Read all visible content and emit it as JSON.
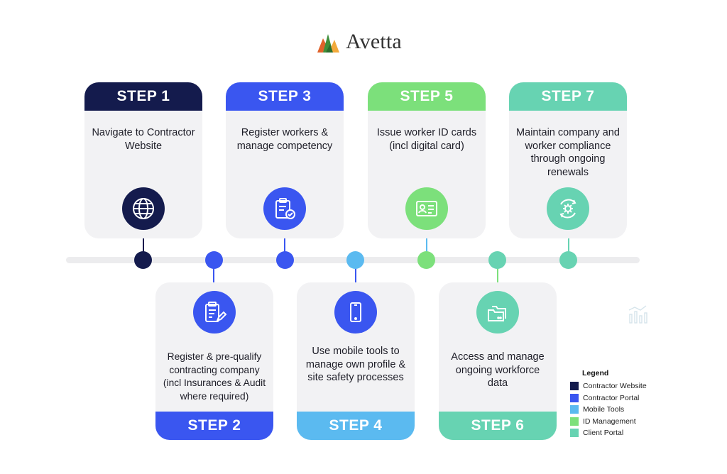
{
  "brand": {
    "name": "Avetta"
  },
  "colors": {
    "contractor_website": "#141b4d",
    "contractor_portal": "#3a56f0",
    "mobile_tools": "#5bbaf0",
    "id_management": "#7ce07b",
    "client_portal": "#67d3b2"
  },
  "steps": [
    {
      "label": "STEP 1",
      "text": "Navigate to Contractor Website",
      "icon": "globe-icon"
    },
    {
      "label": "STEP 2",
      "text": "Register & pre-qualify contracting company (incl Insurances & Audit where required)",
      "icon": "clipboard-pen-icon"
    },
    {
      "label": "STEP 3",
      "text": "Register workers & manage competency",
      "icon": "clipboard-check-icon"
    },
    {
      "label": "STEP 4",
      "text": "Use mobile tools to manage own profile & site safety processes",
      "icon": "mobile-phone-icon"
    },
    {
      "label": "STEP 5",
      "text": "Issue worker ID cards (incl digital card)",
      "icon": "id-card-icon"
    },
    {
      "label": "STEP 6",
      "text": "Access and manage ongoing workforce data",
      "icon": "folders-icon"
    },
    {
      "label": "STEP 7",
      "text": "Maintain company and worker compliance through ongoing renewals",
      "icon": "gear-refresh-icon"
    }
  ],
  "legend": {
    "title": "Legend",
    "items": [
      {
        "label": "Contractor Website",
        "color": "#141b4d"
      },
      {
        "label": "Contractor Portal",
        "color": "#3a56f0"
      },
      {
        "label": "Mobile Tools",
        "color": "#5bbaf0"
      },
      {
        "label": "ID Management",
        "color": "#7ce07b"
      },
      {
        "label": "Client Portal",
        "color": "#67d3b2"
      }
    ]
  }
}
